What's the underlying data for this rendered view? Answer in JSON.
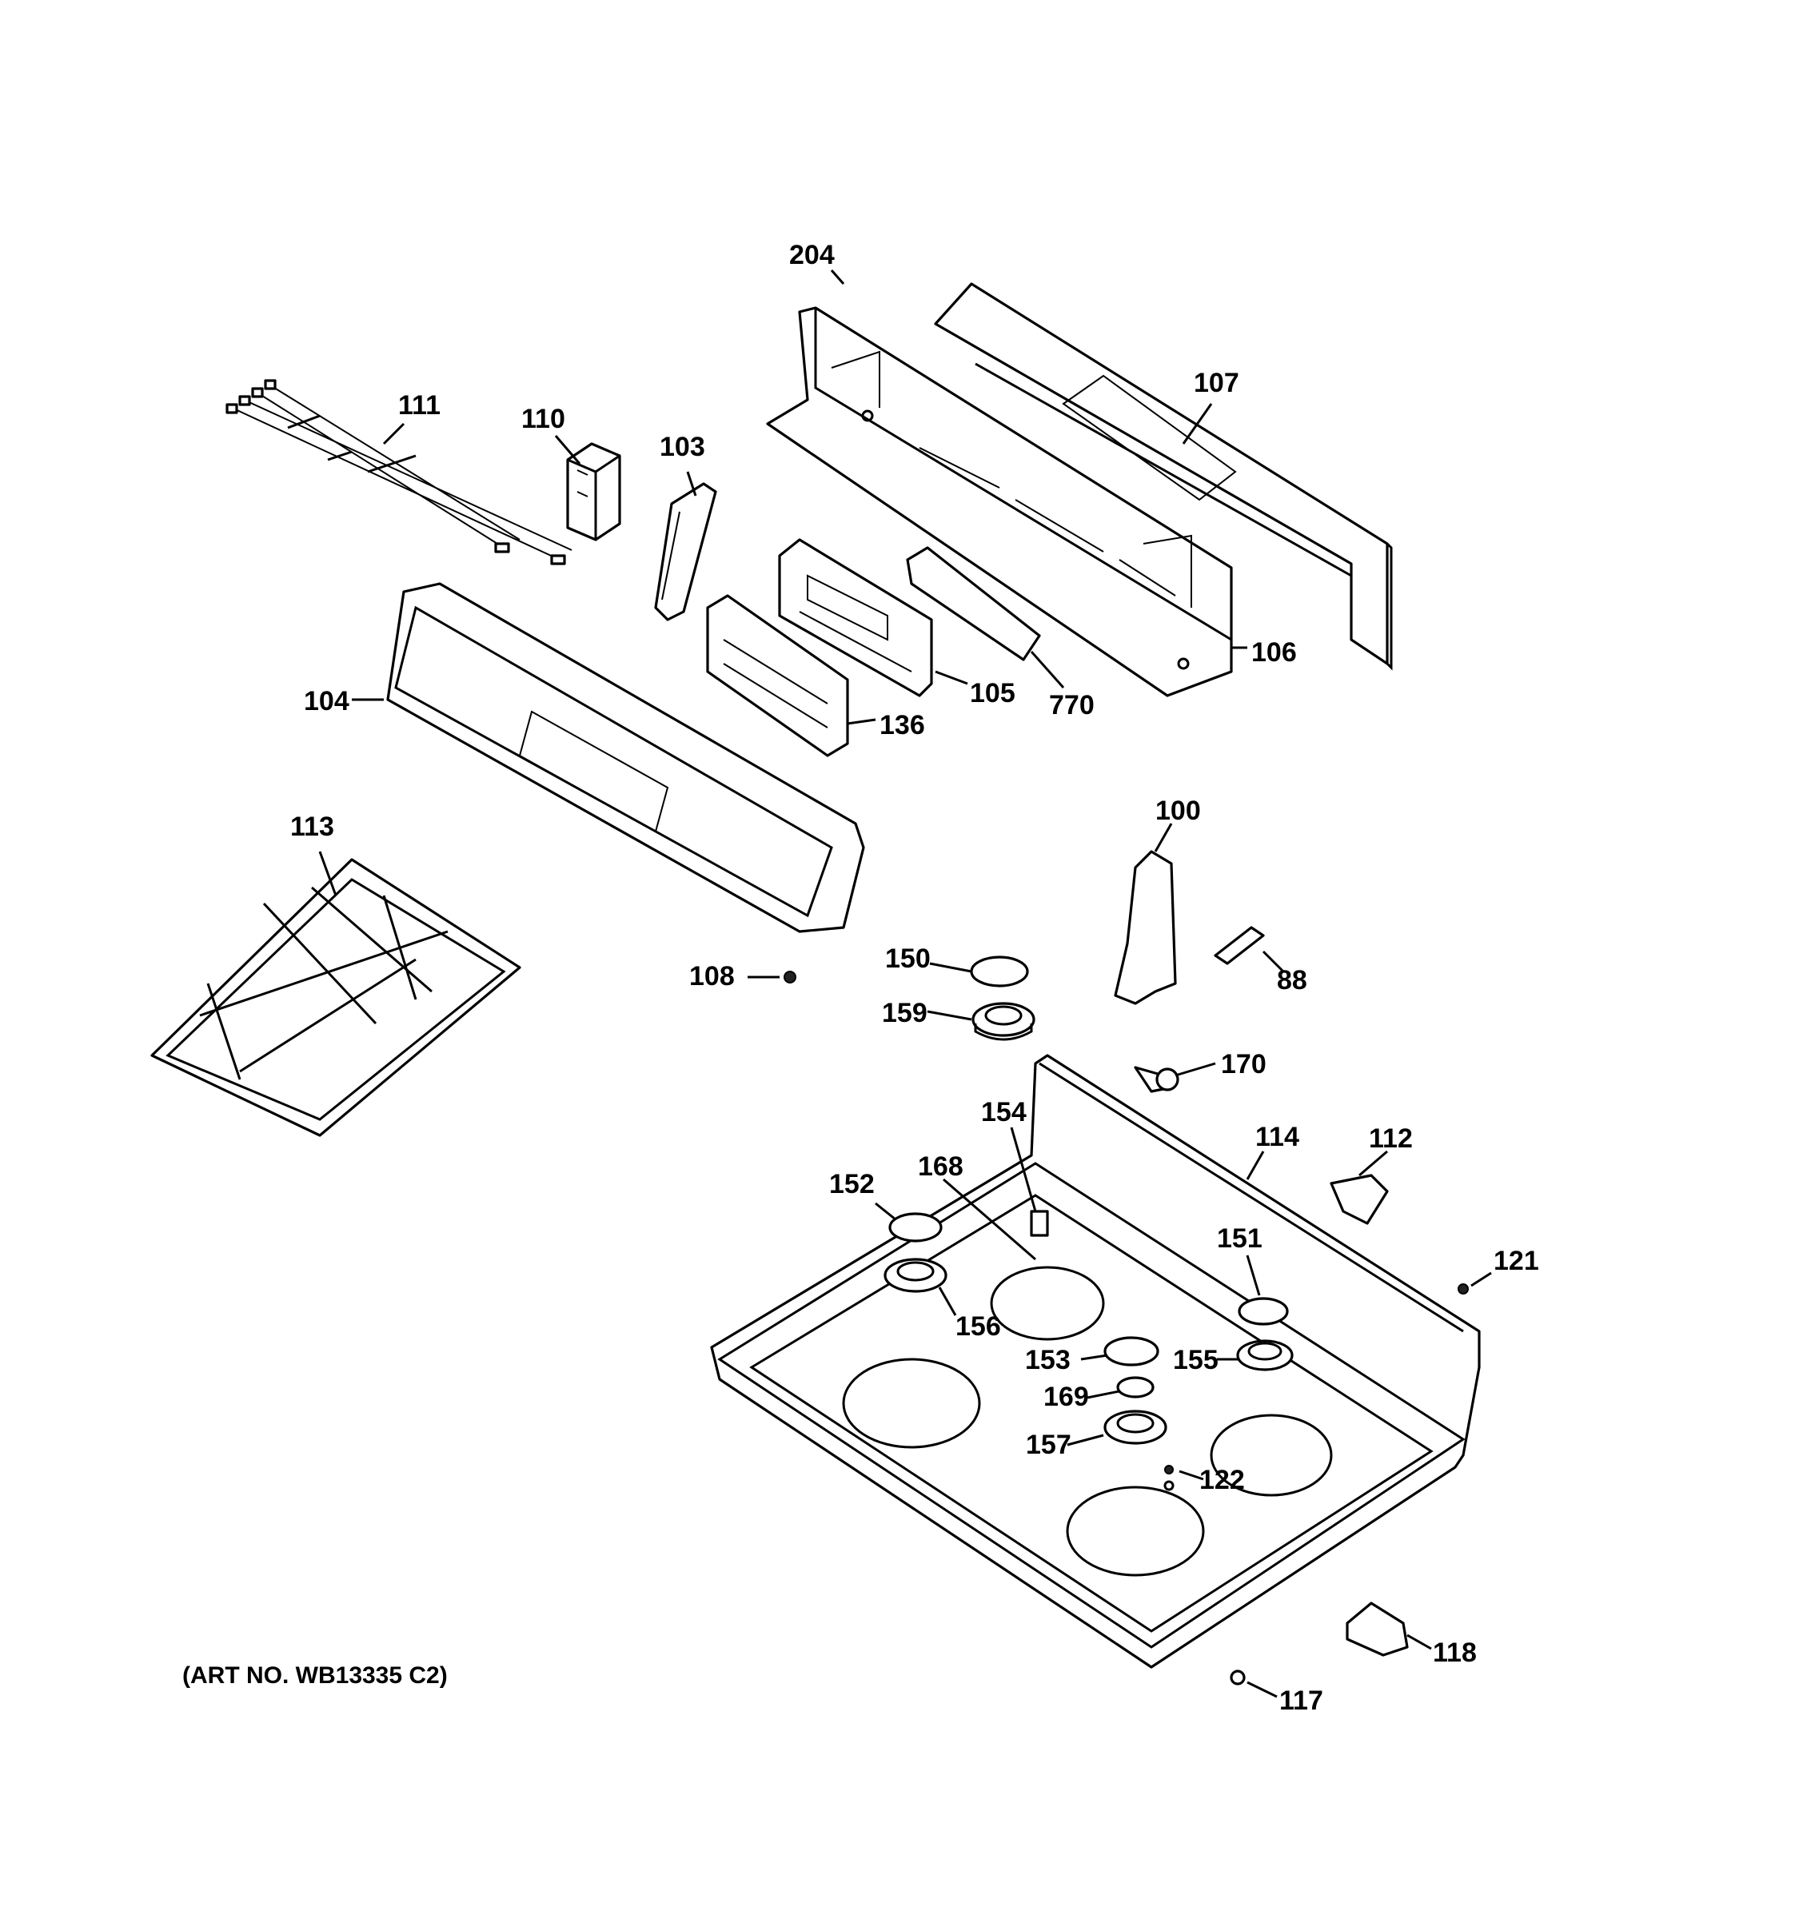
{
  "diagram": {
    "art_number": "(ART NO. WB13335 C2)",
    "callouts": [
      {
        "id": "c204",
        "text": "204"
      },
      {
        "id": "c107",
        "text": "107"
      },
      {
        "id": "c111",
        "text": "111"
      },
      {
        "id": "c110",
        "text": "110"
      },
      {
        "id": "c103",
        "text": "103"
      },
      {
        "id": "c106",
        "text": "106"
      },
      {
        "id": "c105",
        "text": "105"
      },
      {
        "id": "c770",
        "text": "770"
      },
      {
        "id": "c104",
        "text": "104"
      },
      {
        "id": "c136",
        "text": "136"
      },
      {
        "id": "c113",
        "text": "113"
      },
      {
        "id": "c100",
        "text": "100"
      },
      {
        "id": "c150",
        "text": "150"
      },
      {
        "id": "c108",
        "text": "108"
      },
      {
        "id": "c88",
        "text": "88"
      },
      {
        "id": "c159",
        "text": "159"
      },
      {
        "id": "c170",
        "text": "170"
      },
      {
        "id": "c154",
        "text": "154"
      },
      {
        "id": "c114",
        "text": "114"
      },
      {
        "id": "c112",
        "text": "112"
      },
      {
        "id": "c168",
        "text": "168"
      },
      {
        "id": "c152",
        "text": "152"
      },
      {
        "id": "c151",
        "text": "151"
      },
      {
        "id": "c121",
        "text": "121"
      },
      {
        "id": "c156",
        "text": "156"
      },
      {
        "id": "c153",
        "text": "153"
      },
      {
        "id": "c155",
        "text": "155"
      },
      {
        "id": "c169",
        "text": "169"
      },
      {
        "id": "c157",
        "text": "157"
      },
      {
        "id": "c122",
        "text": "122"
      },
      {
        "id": "c118",
        "text": "118"
      },
      {
        "id": "c117",
        "text": "117"
      }
    ]
  }
}
